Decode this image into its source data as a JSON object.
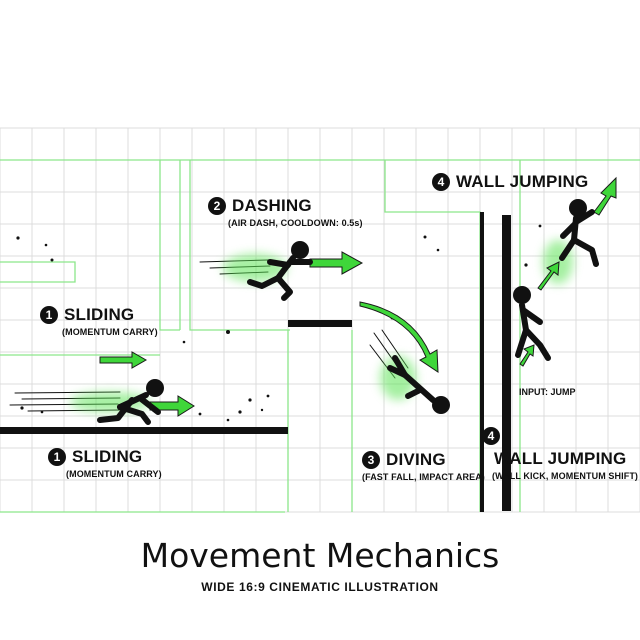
{
  "labels": {
    "sliding_top": {
      "number": "1",
      "title": "SLIDING",
      "sub": "(MOMENTUM CARRY)"
    },
    "dashing": {
      "number": "2",
      "title": "DASHING",
      "sub": "(AIR DASH, COOLDOWN: 0.5s)"
    },
    "wall_top": {
      "number": "4",
      "title": "WALL JUMPING",
      "sub": ""
    },
    "sliding_bot": {
      "number": "1",
      "title": "SLIDING",
      "sub": "(MOMENTUM CARRY)"
    },
    "diving": {
      "number": "3",
      "title": "DIVING",
      "sub": "(FAST FALL, IMPACT AREA)"
    },
    "wall_bot": {
      "number": "4",
      "title": "WALL JUMPING",
      "sub": "(WALL KICK, MOMENTUM SHIFT)"
    }
  },
  "input_hint": "INPUT: JUMP",
  "title": "Movement Mechanics",
  "subtitle": "WIDE 16:9 CINEMATIC ILLUSTRATION",
  "colors": {
    "accent": "#3fd63a",
    "ink": "#111111",
    "grid": "#d9d9d9"
  }
}
